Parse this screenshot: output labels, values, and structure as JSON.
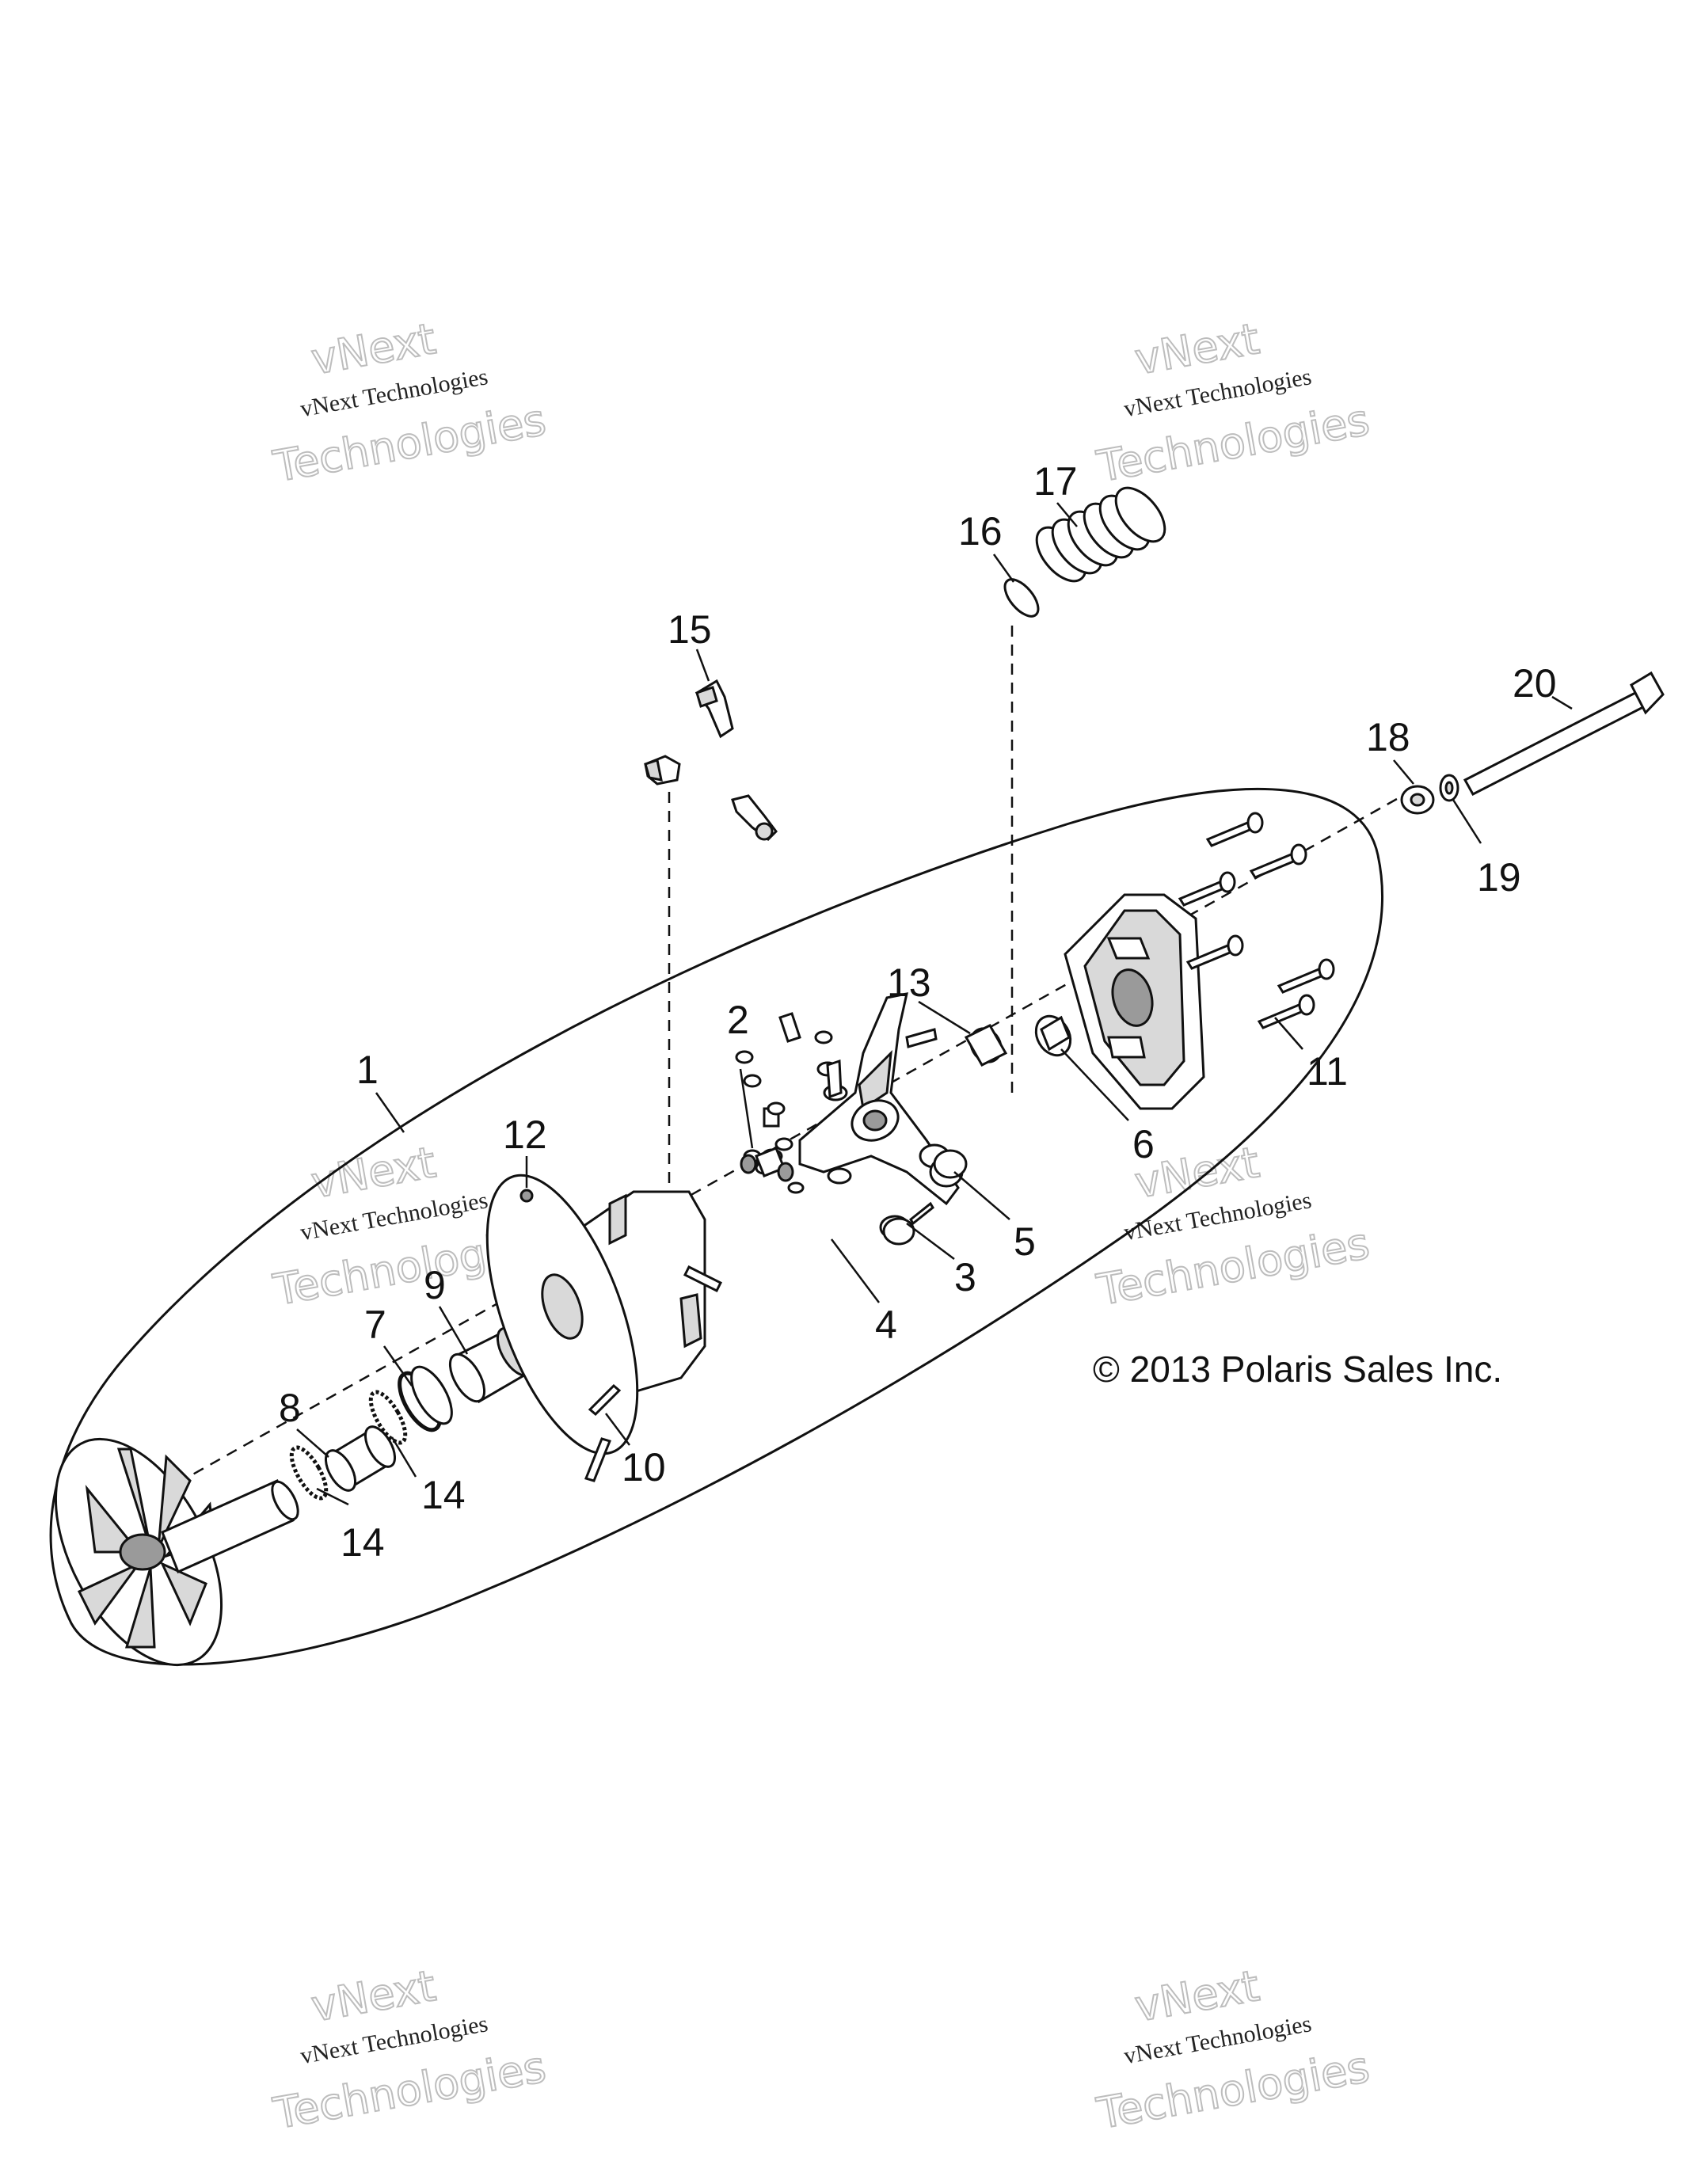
{
  "callouts": [
    {
      "id": "1",
      "label": "1"
    },
    {
      "id": "2",
      "label": "2"
    },
    {
      "id": "3",
      "label": "3"
    },
    {
      "id": "4",
      "label": "4"
    },
    {
      "id": "5",
      "label": "5"
    },
    {
      "id": "6",
      "label": "6"
    },
    {
      "id": "7",
      "label": "7"
    },
    {
      "id": "8",
      "label": "8"
    },
    {
      "id": "9",
      "label": "9"
    },
    {
      "id": "10",
      "label": "10"
    },
    {
      "id": "11",
      "label": "11"
    },
    {
      "id": "12",
      "label": "12"
    },
    {
      "id": "13",
      "label": "13"
    },
    {
      "id": "14a",
      "label": "14"
    },
    {
      "id": "14b",
      "label": "14"
    },
    {
      "id": "15",
      "label": "15"
    },
    {
      "id": "16",
      "label": "16"
    },
    {
      "id": "17",
      "label": "17"
    },
    {
      "id": "18",
      "label": "18"
    },
    {
      "id": "19",
      "label": "19"
    },
    {
      "id": "20",
      "label": "20"
    }
  ],
  "copyright": "© 2013 Polaris Sales Inc.",
  "watermark": {
    "top_line": "vNext",
    "middle_line": "vNext Technologies",
    "bottom_line": "Technologies"
  }
}
